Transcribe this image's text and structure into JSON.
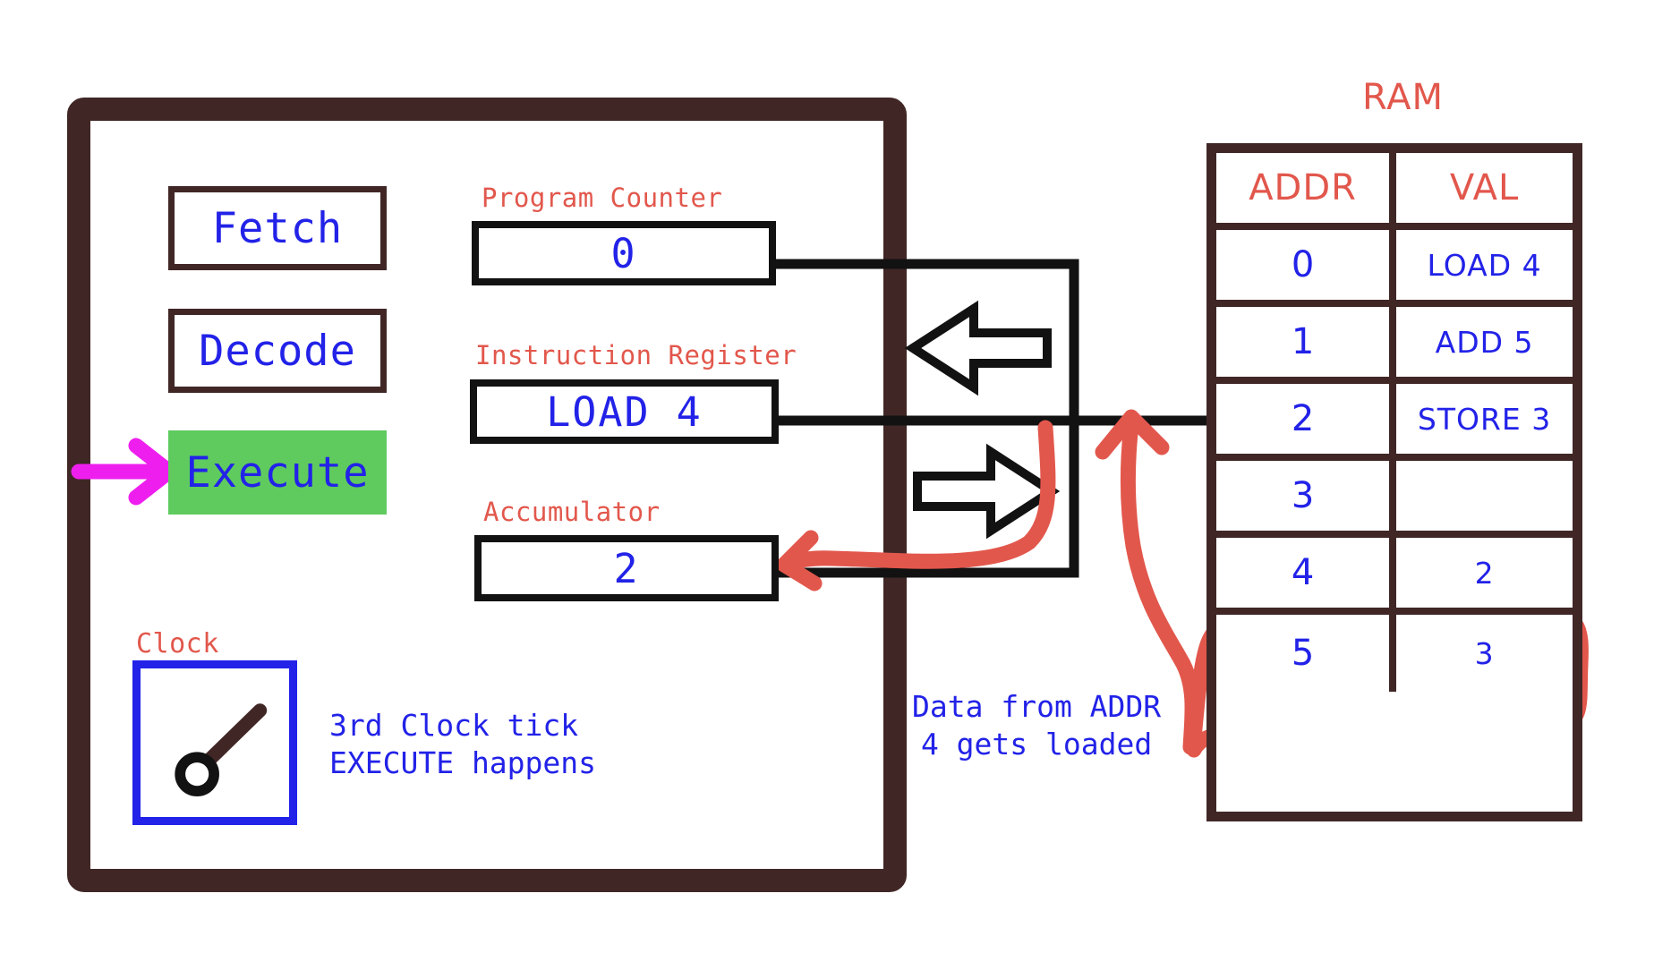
{
  "cpu": {
    "stages": [
      {
        "label": "Fetch",
        "active": false
      },
      {
        "label": "Decode",
        "active": false
      },
      {
        "label": "Execute",
        "active": true
      }
    ],
    "active_pointer_icon": "magenta-arrow-right-icon",
    "registers": [
      {
        "label": "Program Counter",
        "value": "0"
      },
      {
        "label": "Instruction Register",
        "value": "LOAD 4"
      },
      {
        "label": "Accumulator",
        "value": "2"
      }
    ],
    "clock": {
      "label": "Clock",
      "hand_icon": "clock-hand-icon",
      "note": "3rd Clock tick\nEXECUTE happens"
    }
  },
  "bus": {
    "address_arrow_icon": "hollow-arrow-left-icon",
    "data_arrow_icon": "hollow-arrow-right-icon",
    "annotation": "Data from ADDR\n4 gets loaded"
  },
  "ram": {
    "title": "RAM",
    "headers": [
      "ADDR",
      "VAL"
    ],
    "rows": [
      {
        "addr": "0",
        "val": "LOAD 4",
        "highlight": false
      },
      {
        "addr": "1",
        "val": "ADD 5",
        "highlight": false
      },
      {
        "addr": "2",
        "val": "STORE 3",
        "highlight": false
      },
      {
        "addr": "3",
        "val": "",
        "highlight": false
      },
      {
        "addr": "4",
        "val": "2",
        "highlight": true
      },
      {
        "addr": "5",
        "val": "3",
        "highlight": false
      }
    ]
  },
  "colors": {
    "cpu_border": "#402726",
    "label_red": "#E2574C",
    "value_blue": "#2222E8",
    "active_green": "#5FCB5F",
    "pointer_magenta": "#EE1FEE",
    "highlight_red": "#E2574C",
    "wire_black": "#121212"
  }
}
